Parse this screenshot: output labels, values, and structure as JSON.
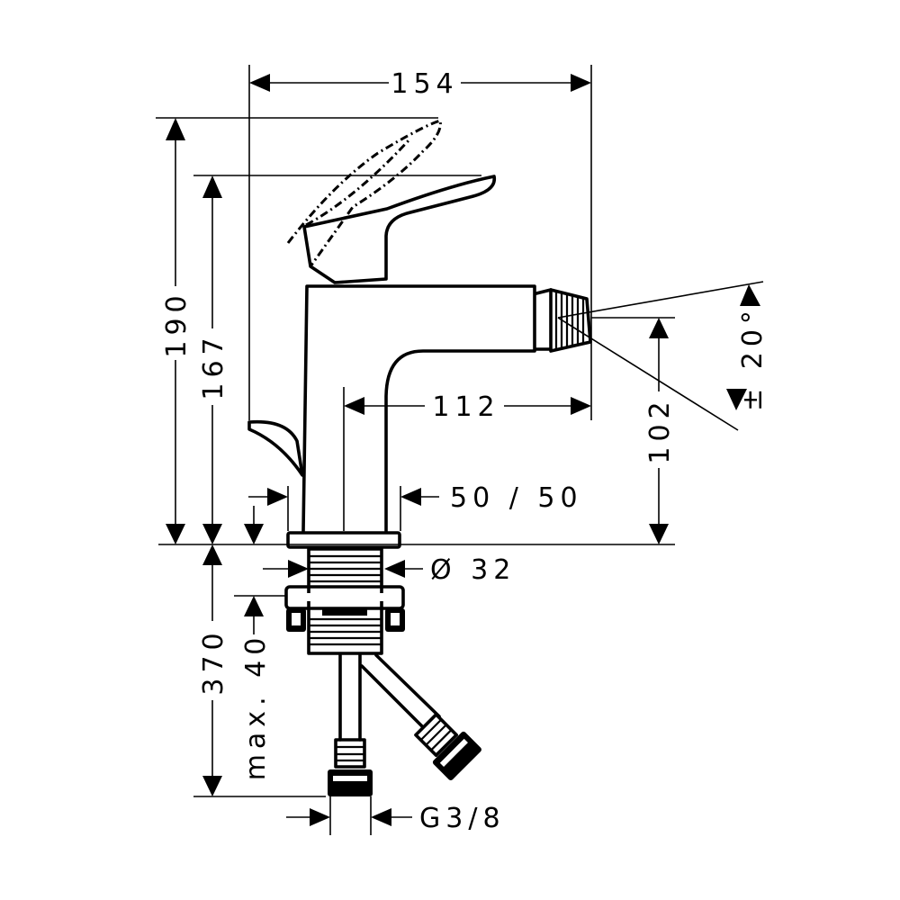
{
  "dimensions": {
    "overall_width": "154",
    "overall_height": "190",
    "spout_height": "167",
    "spout_reach": "112",
    "outlet_height": "102",
    "outlet_swivel": "± 20°",
    "deck_thickness": "50 / 50",
    "shank_diameter": "Ø 32",
    "tail_length": "370",
    "max_deck": "max. 40",
    "connection_thread": "G3/8"
  }
}
